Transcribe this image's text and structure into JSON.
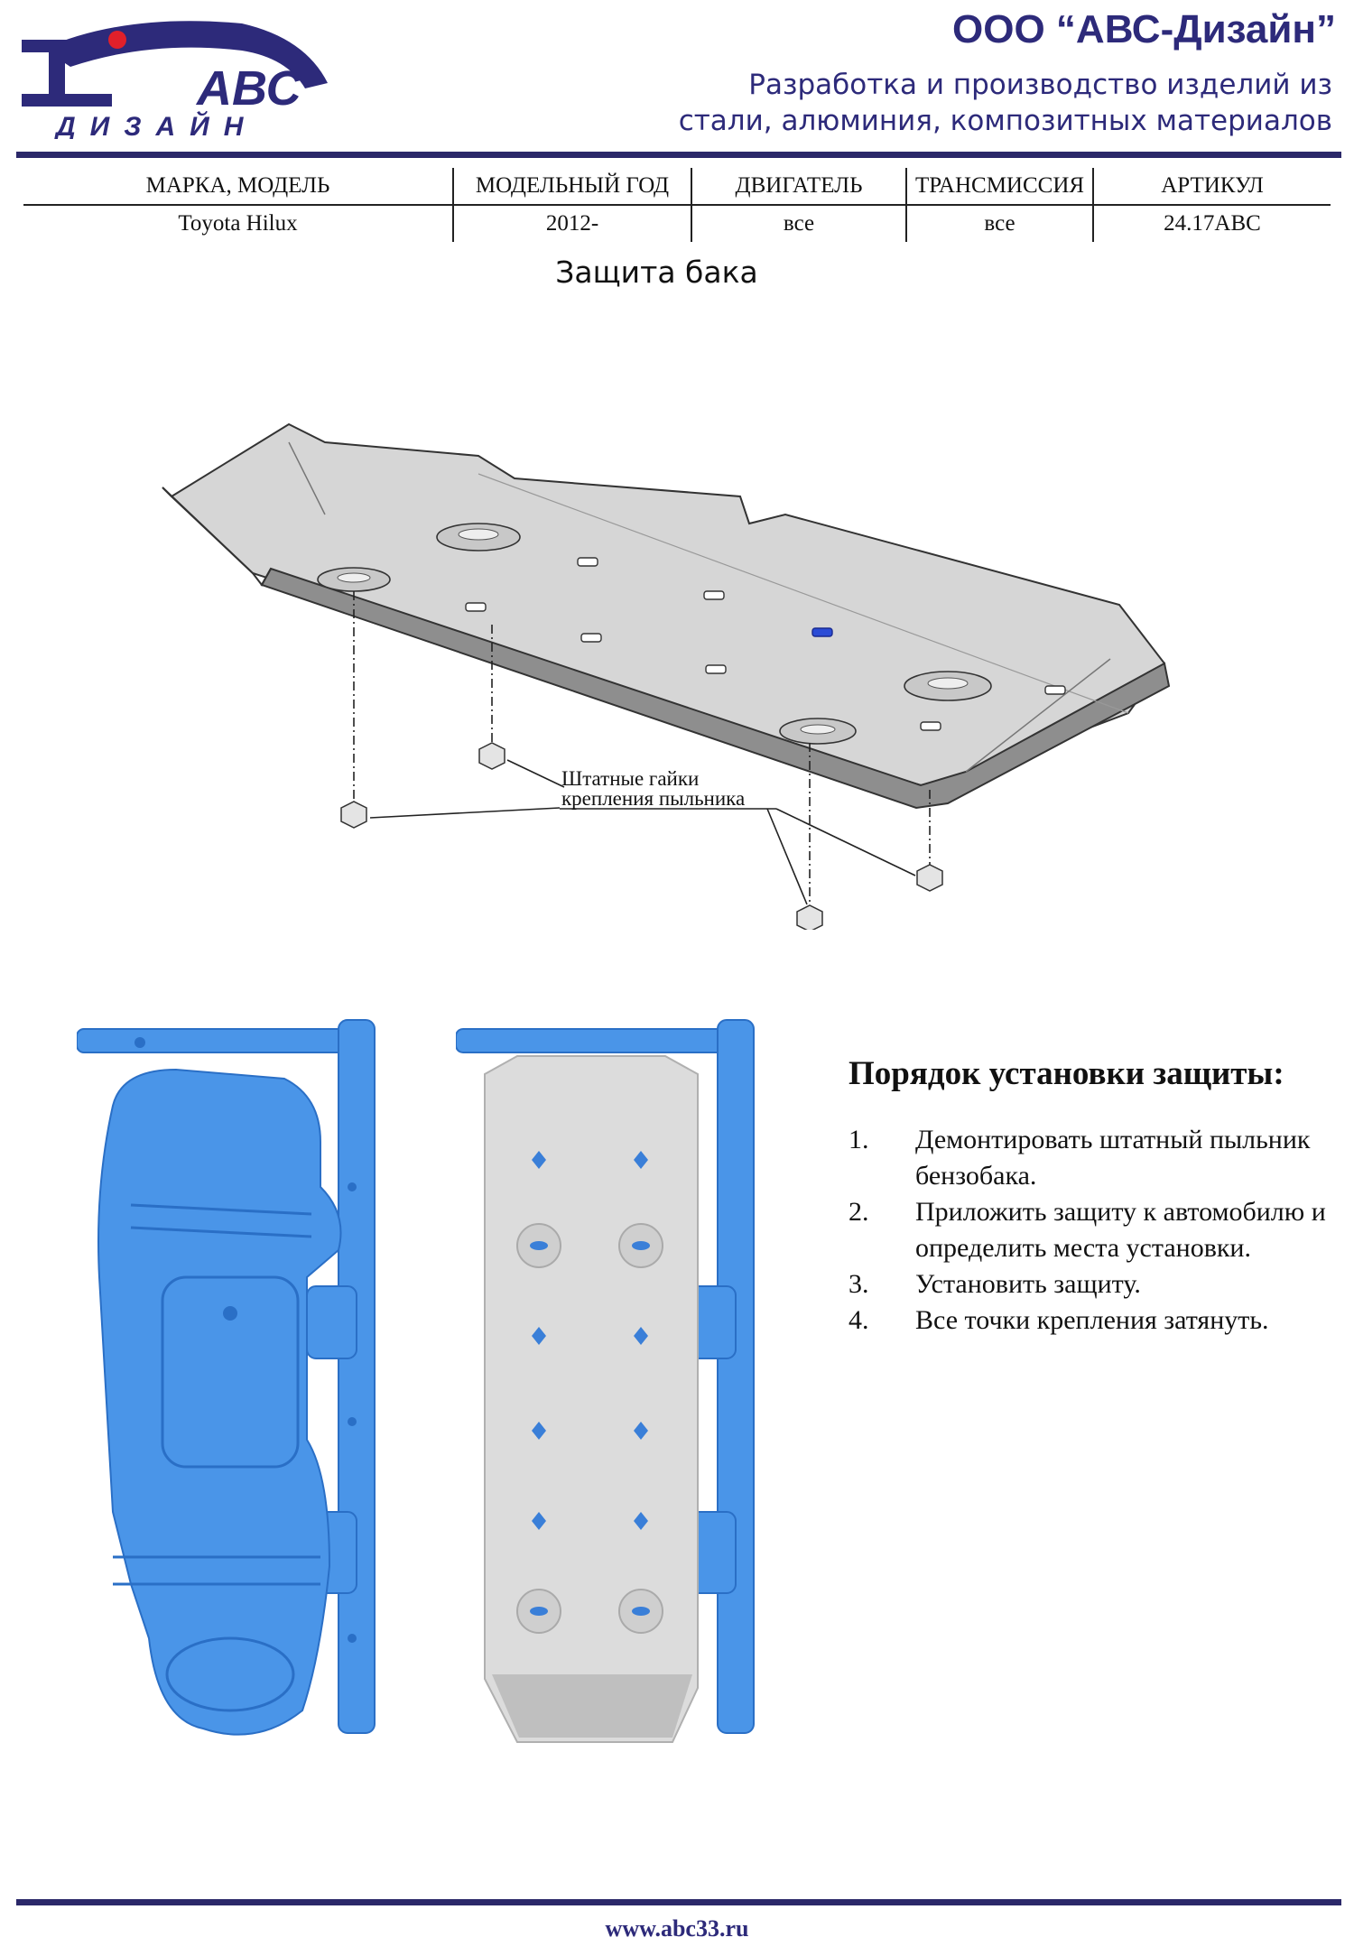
{
  "header": {
    "logo_text": "АВС",
    "logo_subtext": "ДИЗАЙН",
    "company_name": "ООО “АВС-Дизайн”",
    "tagline_line1": "Разработка и производство изделий из",
    "tagline_line2": "стали, алюминия, композитных материалов"
  },
  "spec_table": {
    "columns": [
      "МАРКА, МОДЕЛЬ",
      "МОДЕЛЬНЫЙ ГОД",
      "ДВИГАТЕЛЬ",
      "ТРАНСМИССИЯ",
      "АРТИКУЛ"
    ],
    "row": [
      "Toyota Hilux",
      "2012-",
      "все",
      "все",
      "24.17ABC"
    ]
  },
  "section_title": "Защита бака",
  "drawing": {
    "callout_line1": "Штатные гайки",
    "callout_line2": "крепления пыльника"
  },
  "instructions": {
    "title": "Порядок установки защиты:",
    "steps": [
      {
        "num": "1.",
        "text": "Демонтировать штатный пыльник бензобака."
      },
      {
        "num": "2.",
        "text": "Приложить защиту к автомобилю и определить места установки."
      },
      {
        "num": "3.",
        "text": "Установить защиту."
      },
      {
        "num": "4.",
        "text": "Все точки крепления затянуть."
      }
    ]
  },
  "footer": {
    "url": "www.abc33.ru"
  },
  "colors": {
    "brand": "#2d2a7a",
    "scan_blue": "#3f8fe8",
    "plate_gray": "#d8d8d8"
  }
}
